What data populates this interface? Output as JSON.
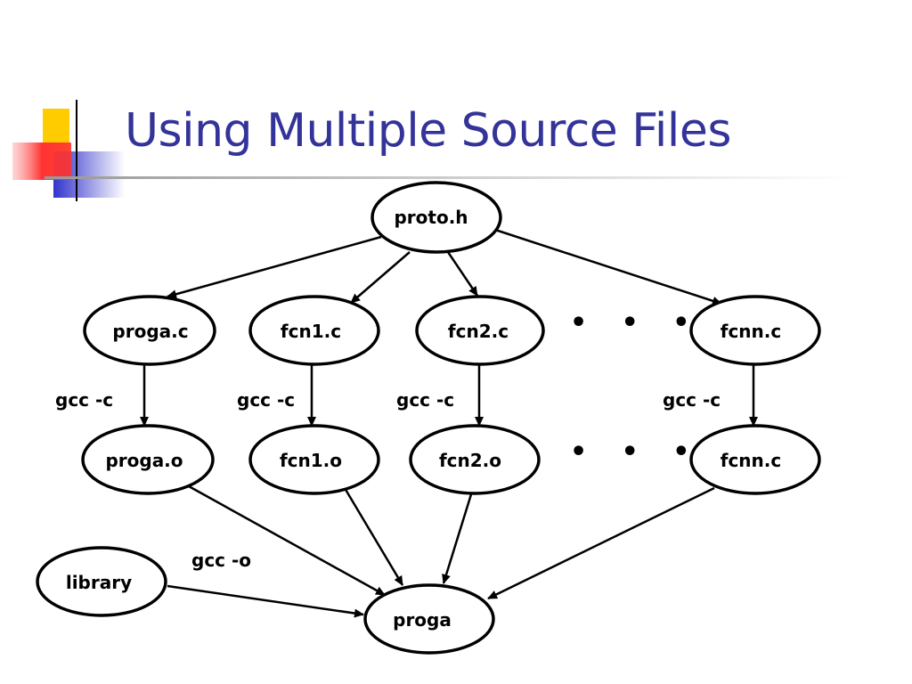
{
  "slide": {
    "title": "Using Multiple Source Files"
  },
  "diagram": {
    "nodes": {
      "proto_h": "proto.h",
      "proga_c": "proga.c",
      "fcn1_c": "fcn1.c",
      "fcn2_c": "fcn2.c",
      "fcnn_c": "fcnn.c",
      "proga_o": "proga.o",
      "fcn1_o": "fcn1.o",
      "fcn2_o": "fcn2.o",
      "fcnn_c_second": "fcnn.c",
      "library": "library",
      "proga": "proga"
    },
    "edge_labels": {
      "compile_proga": "gcc -c",
      "compile_fcn1": "gcc -c",
      "compile_fcn2": "gcc -c",
      "compile_fcnn": "gcc -c",
      "link": "gcc -o"
    },
    "ellipsis": "• • •"
  },
  "colors": {
    "title": "#333399",
    "accent_yellow": "#ffcc00",
    "accent_red": "#ff3333",
    "accent_blue": "#3333cc"
  }
}
